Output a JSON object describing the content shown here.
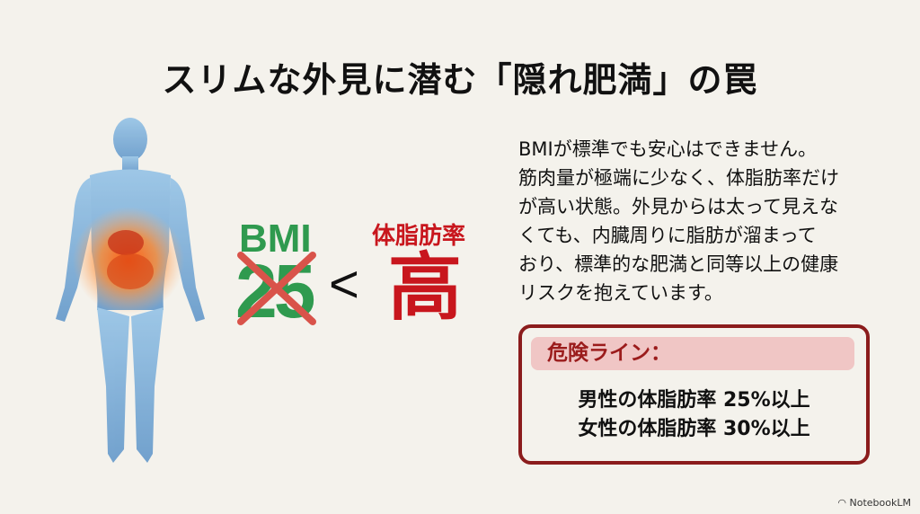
{
  "title": "スリムな外見に潜む「隠れ肥満」の罠",
  "comparison": {
    "bmi_label": "BMI",
    "bmi_value": "25",
    "less_than": "<",
    "body_fat_label": "体脂肪率",
    "body_fat_value": "高"
  },
  "paragraph": [
    "BMIが標準でも安心はできません。",
    "筋肉量が極端に少なく、体脂肪率だけ",
    "が高い状態。外見からは太って見えな",
    "くても、内臓周りに脂肪が溜まって",
    "おり、標準的な肥満と同等以上の健康",
    "リスクを抱えています。"
  ],
  "danger_box": {
    "header": "危険ライン：",
    "lines": [
      "男性の体脂肪率 25%以上",
      "女性の体脂肪率 30%以上"
    ]
  },
  "brand": "NotebookLM",
  "colors": {
    "green": "#2f9a4f",
    "red": "#c8161d",
    "box_border": "#8b1c1c",
    "pill": "#f0c6c5"
  }
}
